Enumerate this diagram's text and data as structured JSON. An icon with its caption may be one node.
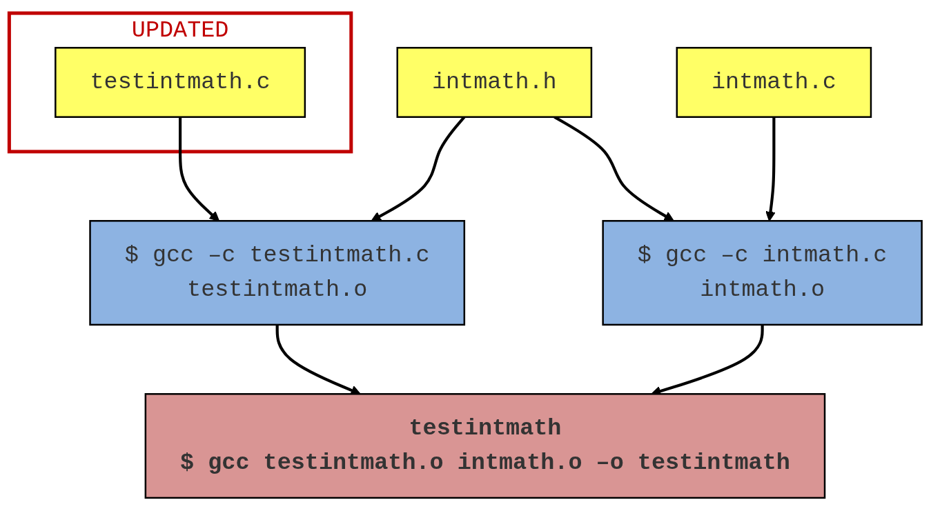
{
  "diagram": {
    "nodes": [
      {
        "text": [
          "intmath.h"
        ]
      },
      {
        "text": [
          "UPDATED"
        ]
      },
      {
        "text": [
          "testintmath.c"
        ],
        "in": 1
      },
      {
        "text": [
          "intmath.c"
        ]
      },
      {
        "text": [
          "$ gcc –c testintmath.c",
          "testintmath.o"
        ]
      },
      {
        "text": [
          "$ gcc –c intmath.c",
          "intmath.o"
        ]
      },
      {
        "text": [
          "testintmath",
          "$ gcc testintmath.o intmath.o –o testintmath"
        ]
      }
    ],
    "edges": [
      {
        "from": 2,
        "to": 4,
        "arrow": "to"
      },
      {
        "from": 0,
        "to": 4,
        "arrow": "to"
      },
      {
        "from": 0,
        "to": 5,
        "arrow": "to"
      },
      {
        "from": 3,
        "to": 5,
        "arrow": "to"
      },
      {
        "from": 4,
        "to": 6,
        "arrow": "to"
      },
      {
        "from": 5,
        "to": 6,
        "arrow": "to"
      }
    ]
  }
}
